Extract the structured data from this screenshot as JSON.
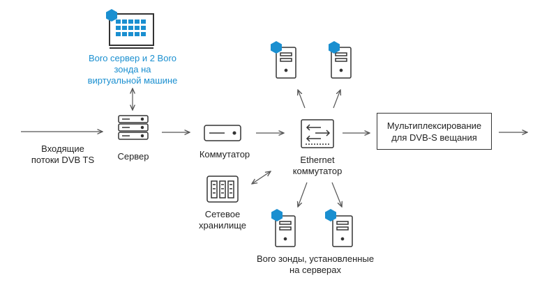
{
  "labels": {
    "vm": [
      "Boro сервер и 2 Boro",
      "зонда на",
      "виртуальной машине"
    ],
    "incoming": [
      "Входящие",
      "потоки DVB TS"
    ],
    "server": "Сервер",
    "switch": "Коммутатор",
    "ethernet": [
      "Ethernet",
      "коммутатор"
    ],
    "storage": [
      "Сетевое",
      "хранилище"
    ],
    "probes": [
      "Boro зонды, установленные",
      "на серверах"
    ],
    "mux": [
      "Мультиплексирование",
      "для DVB-S вещания"
    ]
  },
  "colors": {
    "accent": "#1a8fd0",
    "line": "#555555",
    "icon": "#333333"
  },
  "icons": {
    "vm": "monitor-grid-icon",
    "server": "rack-server-icon",
    "switch": "network-switch-icon",
    "ethernet": "ethernet-switch-icon",
    "storage": "storage-array-icon",
    "tower": "tower-server-icon",
    "hex": "hexagon-badge-icon"
  }
}
